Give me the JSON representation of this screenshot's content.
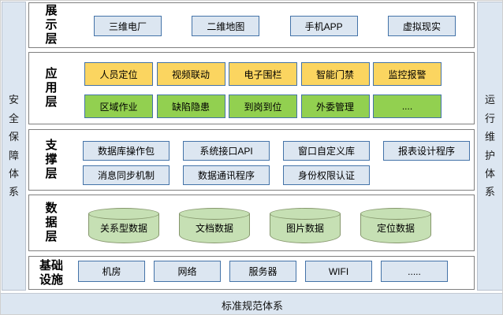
{
  "colors": {
    "banner_fill": "#dce6f1",
    "panel_border": "#7f7f7f",
    "box_blue_fill": "#dce6f1",
    "box_border_blue": "#4473a8",
    "box_yellow_fill": "#fbd560",
    "box_green_fill": "#92d050",
    "cylinder_fill": "#c6e0b4",
    "cylinder_border": "#85966c"
  },
  "side_left": {
    "label": "安全保障体系"
  },
  "side_right": {
    "label": "运行维护体系"
  },
  "bottom_bar": {
    "label": "标准规范体系"
  },
  "layers": [
    {
      "label": "展示层",
      "boxes": [
        "三维电厂",
        "二维地图",
        "手机APP",
        "虚拟现实"
      ]
    },
    {
      "label": "应用层",
      "rows": [
        [
          "人员定位",
          "视频联动",
          "电子围栏",
          "智能门禁",
          "监控报警"
        ],
        [
          "区域作业",
          "缺陷隐患",
          "到岗到位",
          "外委管理",
          "...."
        ]
      ]
    },
    {
      "label": "支撑层",
      "rows": [
        [
          "数据库操作包",
          "系统接口API",
          "窗口自定义库",
          "报表设计程序"
        ],
        [
          "消息同步机制",
          "数据通讯程序",
          "身份权限认证"
        ]
      ]
    },
    {
      "label": "数据层",
      "cylinders": [
        "关系型数据",
        "文档数据",
        "图片数据",
        "定位数据"
      ]
    },
    {
      "label": "基础设施",
      "boxes": [
        "机房",
        "网络",
        "服务器",
        "WIFI",
        "....."
      ]
    }
  ]
}
